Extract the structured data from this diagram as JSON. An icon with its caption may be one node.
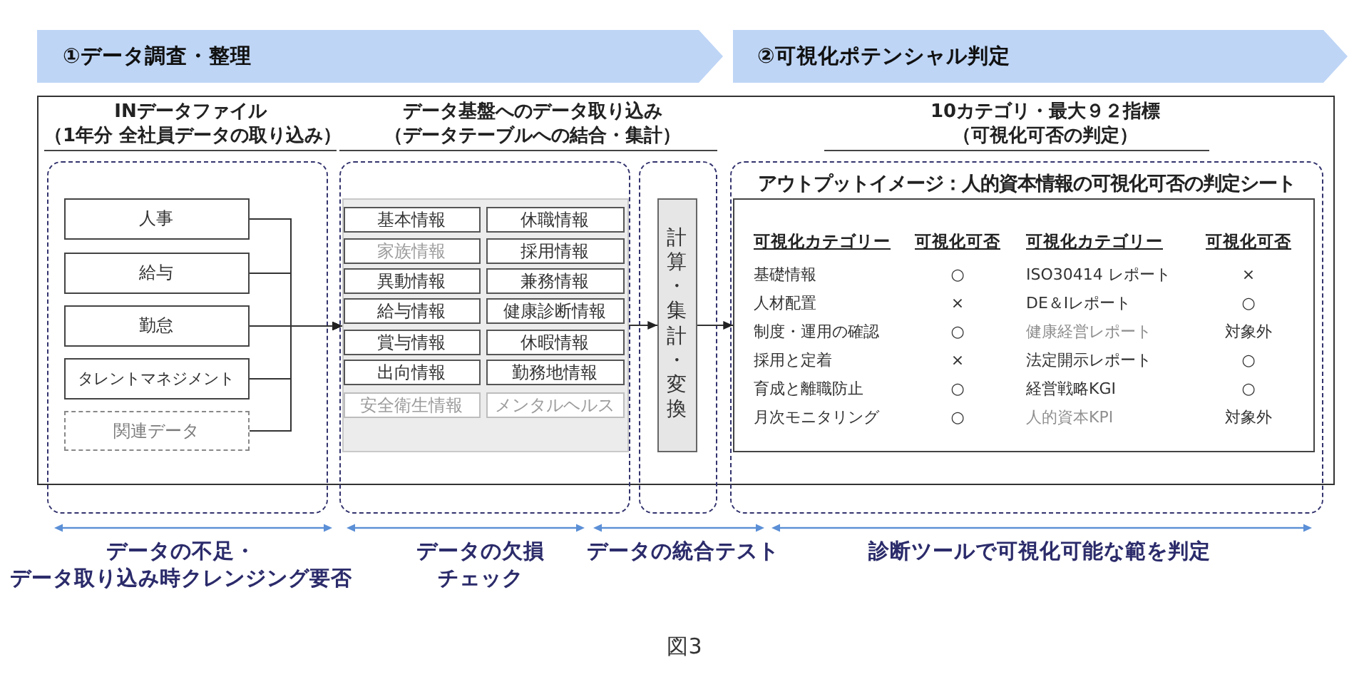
{
  "diagram": {
    "caption": "図3",
    "nodes": [
      {
        "text": [
          "①データ調査・整理"
        ]
      },
      {
        "text": [
          "②可視化ポテンシャル判定"
        ]
      },
      {
        "text": [],
        "shape": "box"
      },
      {
        "text": [
          "人事"
        ],
        "in": 2
      },
      {
        "text": [
          "給与"
        ],
        "in": 2
      },
      {
        "text": [
          "勤怠"
        ],
        "in": 2
      },
      {
        "text": [
          "タレントマネジメント"
        ],
        "in": 2
      },
      {
        "text": [
          "関連データ"
        ],
        "in": 2
      },
      {
        "text": [],
        "shape": "box"
      },
      {
        "text": [],
        "shape": "box",
        "in": 8
      },
      {
        "text": [
          "基本情報"
        ],
        "in": 9
      },
      {
        "text": [
          "休職情報"
        ],
        "in": 9
      },
      {
        "text": [
          "家族情報"
        ],
        "in": 9
      },
      {
        "text": [
          "採用情報"
        ],
        "in": 9
      },
      {
        "text": [
          "異動情報"
        ],
        "in": 9
      },
      {
        "text": [
          "兼務情報"
        ],
        "in": 9
      },
      {
        "text": [
          "給与情報"
        ],
        "in": 9
      },
      {
        "text": [
          "健康診断情報"
        ],
        "in": 9
      },
      {
        "text": [
          "賞与情報"
        ],
        "in": 9
      },
      {
        "text": [
          "休暇情報"
        ],
        "in": 9
      },
      {
        "text": [
          "出向情報"
        ],
        "in": 9
      },
      {
        "text": [
          "勤務地情報"
        ],
        "in": 9
      },
      {
        "text": [
          "安全衛生情報"
        ],
        "in": 9
      },
      {
        "text": [
          "メンタルヘルス"
        ],
        "in": 9
      },
      {
        "text": [],
        "shape": "box"
      },
      {
        "text": [
          "計算・集計・変換"
        ],
        "in": 24
      },
      {
        "text": [
          "アウトプットイメージ：人的資本情報の可視化可否の判定シート"
        ]
      },
      {
        "text": [
          "可視化カテゴリー",
          "可視化可否",
          "可視化カテゴリー",
          "可視化可否",
          "基礎情報",
          "○",
          "ISO30414 レポート",
          "×",
          "人材配置",
          "×",
          "DE＆Iレポート",
          "○",
          "制度・運用の確認",
          "○",
          "健康経営レポート",
          "対象外",
          "採用と定着",
          "×",
          "法定開示レポート",
          "○",
          "育成と離職防止",
          "○",
          "経営戦略KGI",
          "○",
          "月次モニタリング",
          "○",
          "人的資本KPI",
          "対象外"
        ],
        "in": 26
      }
    ],
    "edges": [
      {
        "from": 3,
        "to": 9,
        "arrow": "to"
      },
      {
        "from": 4,
        "to": 9,
        "arrow": "to"
      },
      {
        "from": 5,
        "to": 9,
        "arrow": "to"
      },
      {
        "from": 6,
        "to": 9,
        "arrow": "to"
      },
      {
        "from": 7,
        "to": 9,
        "arrow": "to"
      },
      {
        "from": 9,
        "to": 25,
        "arrow": "to"
      },
      {
        "from": 25,
        "to": 27,
        "arrow": "to"
      }
    ],
    "labels": [
      "INデータファイル（1年分 全社員データの取り込み）",
      "データ基盤へのデータ取り込み（データテーブルへの結合・集計）",
      "10カテゴリ・最大９２指標（可視化可否の判定）",
      "データの不足・データ取り込み時クレンジング要否",
      "データの欠損チェック",
      "データの統合テスト",
      "診断ツールで可視化可能な範を判定"
    ]
  }
}
